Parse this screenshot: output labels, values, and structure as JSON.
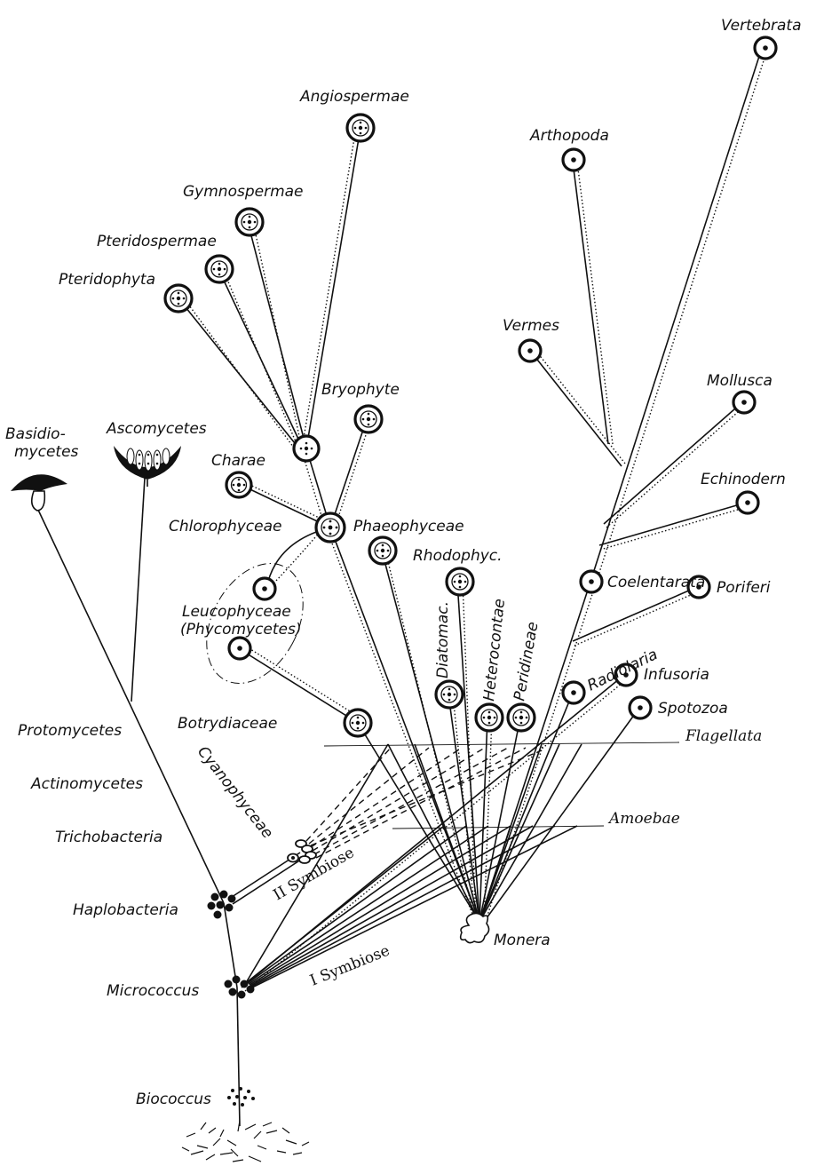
{
  "labels": {
    "vertebrata": "Vertebrata",
    "arthopoda": "Arthopoda",
    "vermes": "Vermes",
    "mollusca": "Mollusca",
    "echinodern": "Echinodern",
    "coelentarata": "Coelentarata",
    "poriferi": "Poriferi",
    "radiolaria": "Radiolaria",
    "infusoria": "Infusoria",
    "spotozoa": "Spotozoa",
    "angiospermae": "Angiospermae",
    "gymnospermae": "Gymnospermae",
    "pteridospermae": "Pteridospermae",
    "pteridophyta": "Pteridophyta",
    "bryophyte": "Bryophyte",
    "charae": "Charae",
    "chlorophyceae": "Chlorophyceae",
    "phaeophyceae": "Phaeophyceae",
    "rhodophyc": "Rhodophyc.",
    "leucophyceae": "Leucophyceae",
    "phycomycetes": "(Phycomycetes)",
    "diatomac": "Diatomac.",
    "heterocontae": "Heterocontae",
    "peridineae": "Peridineae",
    "botrydiaceae": "Botrydiaceae",
    "flagellata": "Flagellata",
    "amoebae": "Amoebae",
    "cyanophyceae": "Cyanophyceae",
    "symbiose_2": "II Symbiose",
    "symbiose_1": "I Symbiose",
    "monera": "Monera",
    "basidio_1": "Basidio-",
    "basidio_2": "mycetes",
    "ascomycetes": "Ascomycetes",
    "protomycetes": "Protomycetes",
    "actinomycetes": "Actinomycetes",
    "trichobacteria": "Trichobacteria",
    "haplobacteria": "Haplobacteria",
    "micrococcus": "Micrococcus",
    "biococcus": "Biococcus"
  }
}
